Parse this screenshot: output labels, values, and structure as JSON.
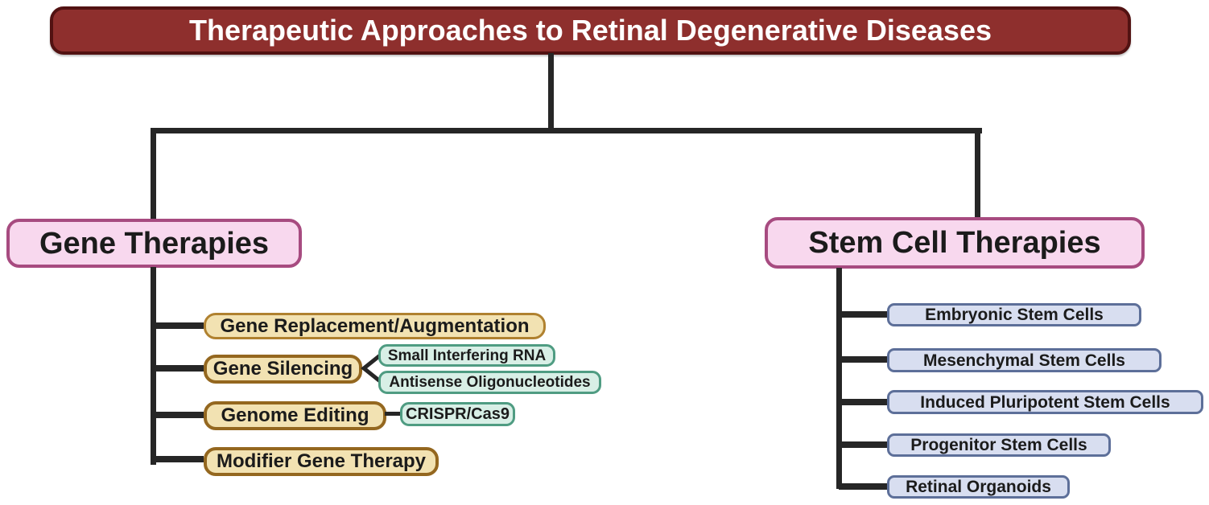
{
  "title": {
    "label": "Therapeutic Approaches to Retinal Degenerative Diseases"
  },
  "gene": {
    "label": "Gene Therapies",
    "children": [
      {
        "label": "Gene Replacement/Augmentation",
        "subs": []
      },
      {
        "label": "Gene Silencing",
        "subs": [
          "Small Interfering RNA",
          "Antisense Oligonucleotides"
        ]
      },
      {
        "label": "Genome Editing",
        "subs": [
          "CRISPR/Cas9"
        ]
      },
      {
        "label": "Modifier Gene Therapy",
        "subs": []
      }
    ]
  },
  "stem": {
    "label": "Stem Cell Therapies",
    "children": [
      {
        "label": "Embryonic Stem Cells"
      },
      {
        "label": "Mesenchymal Stem Cells"
      },
      {
        "label": "Induced Pluripotent Stem Cells"
      },
      {
        "label": "Progenitor Stem Cells"
      },
      {
        "label": "Retinal Organoids"
      }
    ]
  },
  "colors": {
    "title_bg": "#8e2f2d",
    "title_border": "#521212",
    "title_text": "#ffffff",
    "branch_bg": "#f8d8ee",
    "branch_border": "#a74b80",
    "gene_child_bg": "#f2e2b2",
    "gene_child_border": "#b0812f",
    "gene_sub_bg": "#d8efe6",
    "gene_sub_border": "#4f9c82",
    "stem_child_bg": "#d8def0",
    "stem_child_border": "#5d6f99",
    "connector": "#262626",
    "text": "#1b1b1b"
  }
}
